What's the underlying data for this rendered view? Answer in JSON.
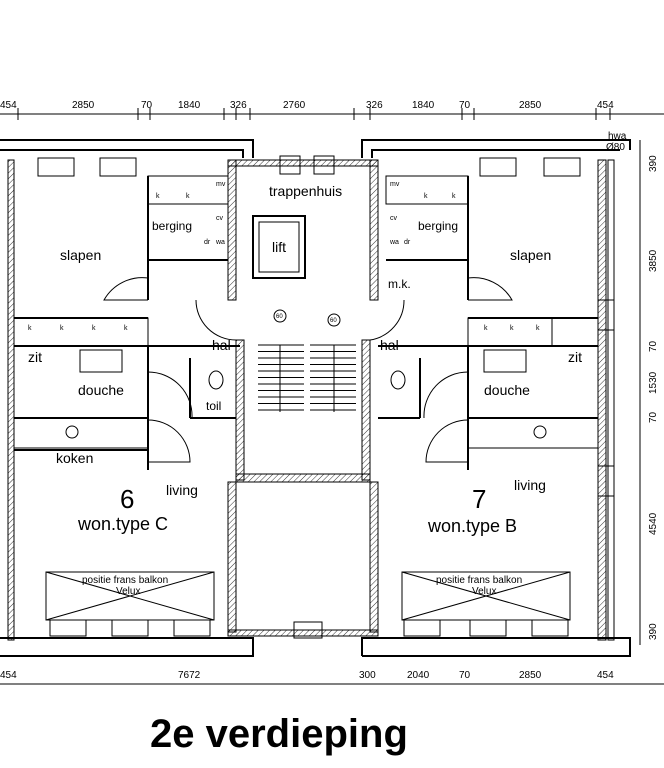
{
  "title": "2e verdieping",
  "dimensions": {
    "top": [
      "454",
      "2850",
      "70",
      "1840",
      "326",
      "2760",
      "326",
      "1840",
      "70",
      "2850",
      "454"
    ],
    "bottom": [
      "454",
      "7672",
      "300",
      "2040",
      "70",
      "2850",
      "454"
    ],
    "right": [
      "390",
      "3850",
      "70",
      "1530",
      "70",
      "4540",
      "390"
    ],
    "hwa": "hwa",
    "hwa_diameter": "Ø80"
  },
  "rooms": {
    "stair": "trappenhuis",
    "lift": "lift",
    "hal_left": "hal",
    "hal_right": "hal",
    "mk": "m.k.",
    "left": {
      "slapen": "slapen",
      "berging": "berging",
      "zit": "zit",
      "douche": "douche",
      "toil": "toil",
      "koken": "koken",
      "living": "living",
      "number": "6",
      "type": "won.type C",
      "balcony": "positie frans balkon",
      "velux": "Velux"
    },
    "right": {
      "slapen": "slapen",
      "berging": "berging",
      "zit": "zit",
      "douche": "douche",
      "living": "living",
      "number": "7",
      "type": "won.type B",
      "balcony": "positie frans balkon",
      "velux": "Velux"
    }
  },
  "fixtures": {
    "fire_rating": "60",
    "k": "k",
    "mv": "mv",
    "cv": "cv",
    "wa": "wa",
    "dr": "dr"
  }
}
